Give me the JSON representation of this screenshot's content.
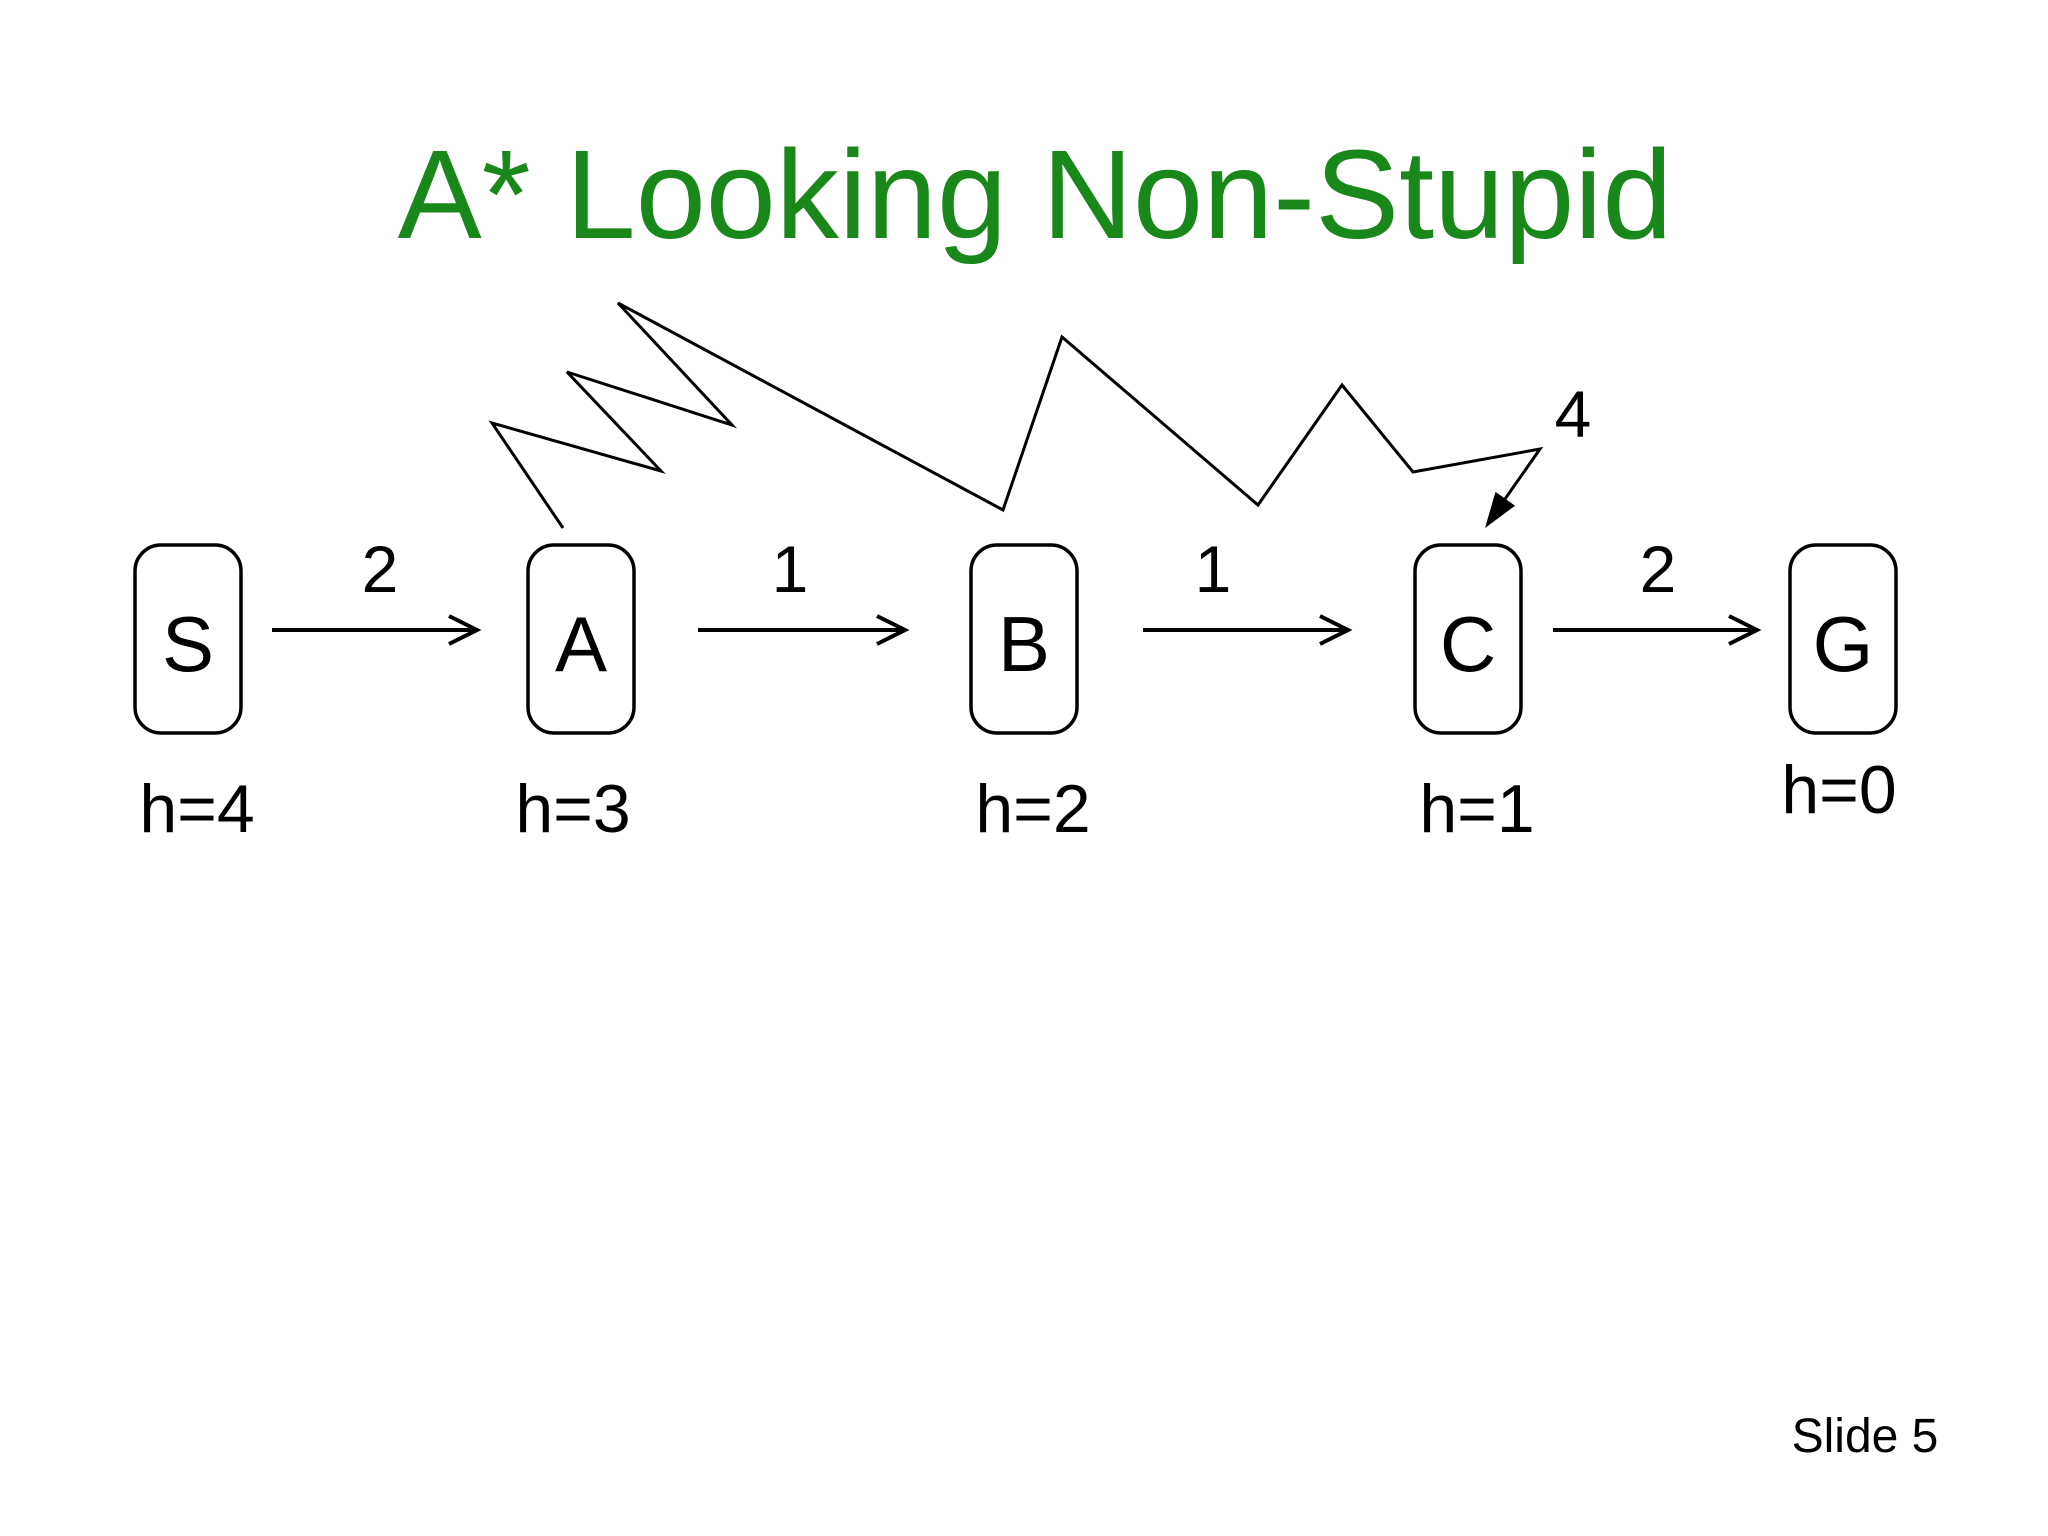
{
  "slide": {
    "title": "A* Looking Non-Stupid",
    "title_color": "#198719",
    "slide_number": "Slide 5",
    "background_color": "#ffffff"
  },
  "graph": {
    "nodes": [
      {
        "id": "S",
        "label": "S",
        "heuristic": "h=4"
      },
      {
        "id": "A",
        "label": "A",
        "heuristic": "h=3"
      },
      {
        "id": "B",
        "label": "B",
        "heuristic": "h=2"
      },
      {
        "id": "C",
        "label": "C",
        "heuristic": "h=1"
      },
      {
        "id": "G",
        "label": "G",
        "heuristic": "h=0"
      }
    ],
    "edges": [
      {
        "from": "S",
        "to": "A",
        "cost": "2"
      },
      {
        "from": "A",
        "to": "B",
        "cost": "1"
      },
      {
        "from": "B",
        "to": "C",
        "cost": "1"
      },
      {
        "from": "C",
        "to": "G",
        "cost": "2"
      }
    ],
    "zigzag_annotation": "4"
  }
}
